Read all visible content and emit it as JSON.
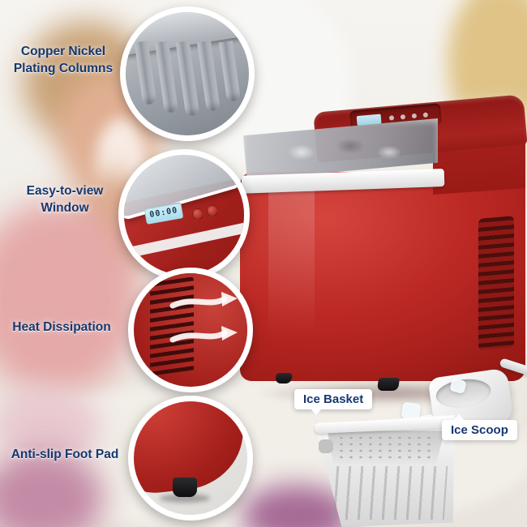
{
  "callouts": [
    {
      "label": "Copper Nickel Plating Columns"
    },
    {
      "label": "Easy-to-view Window"
    },
    {
      "label": "Heat Dissipation"
    },
    {
      "label": "Anti-slip Foot Pad"
    }
  ],
  "tags": {
    "basket": "Ice Basket",
    "scoop": "Ice Scoop"
  },
  "display": {
    "lcd_text": "00:00"
  },
  "colors": {
    "body_red": "#b3221f",
    "dark_red": "#8e1613",
    "label_navy": "#16386e",
    "lcd_blue": "#bfe9f6",
    "white": "#ffffff"
  }
}
